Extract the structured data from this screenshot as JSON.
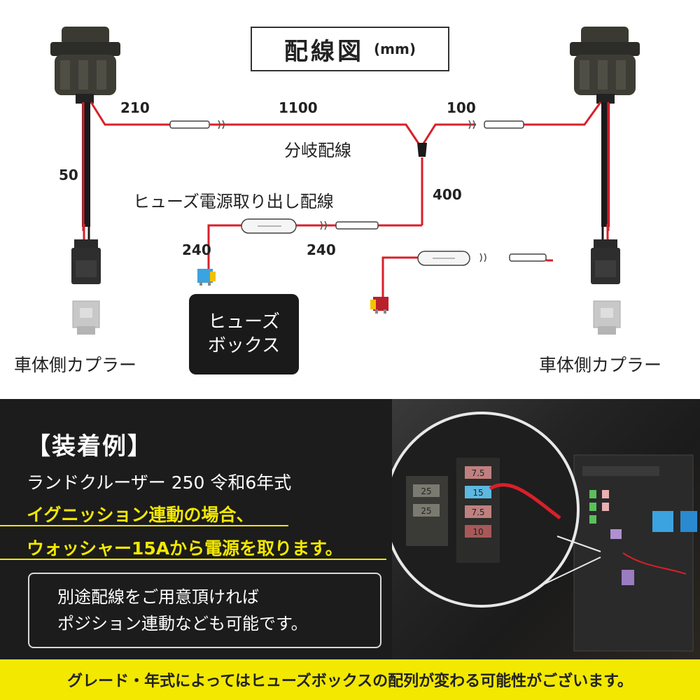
{
  "title": {
    "main": "配線図",
    "unit": "(mm)"
  },
  "labels": {
    "len_210": "210",
    "len_1100": "1100",
    "len_100": "100",
    "len_50": "50",
    "len_400": "400",
    "len_240_left": "240",
    "len_240_mid": "240",
    "branch": "分岐配線",
    "fuse_wiring": "ヒューズ電源取り出し配線"
  },
  "fuse_box": {
    "line1": "ヒューズ",
    "line2": "ボックス"
  },
  "coupler": {
    "left": "車体側カプラー",
    "right": "車体側カプラー"
  },
  "example": {
    "title": "【装着例】",
    "car": "ランドクルーザー 250 令和6年式",
    "highlight1": "イグニッション連動の場合、",
    "highlight2": "ウォッシャー15Aから電源を取ります。",
    "note1": "別途配線をご用意頂ければ",
    "note2": "ポジション連動なども可能です。"
  },
  "footer": "グレード・年式によってはヒューズボックスの配列が変わる可能性がございます。",
  "fuse_labels": [
    "7.5",
    "15",
    "7.5",
    "10",
    "25",
    "25"
  ],
  "colors": {
    "wire_red": "#d8202a",
    "wire_black": "#1a1a1a",
    "highlight_yellow": "#f2e800",
    "fuse_blue": "#3ba3e0",
    "fuse_red": "#b8202a"
  }
}
